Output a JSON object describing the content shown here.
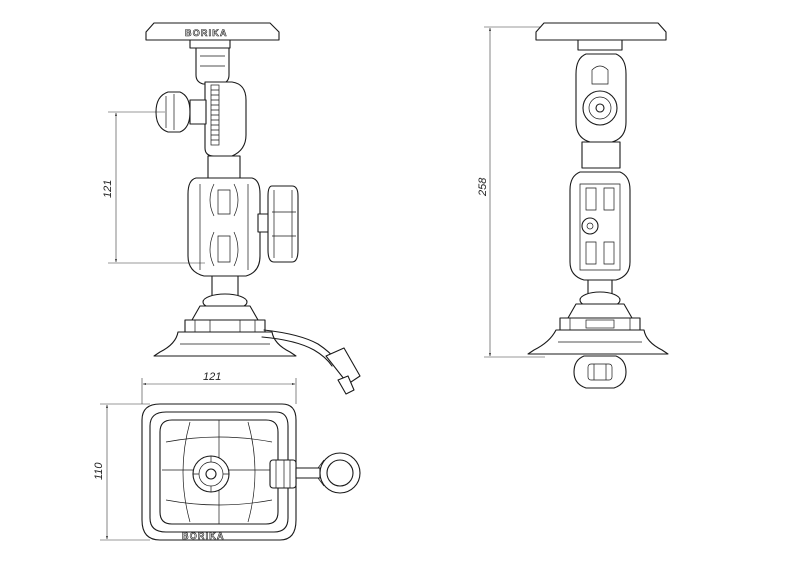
{
  "brand_label": "BORIKA",
  "dimensions": {
    "side_view_height": "121",
    "front_view_height": "258",
    "top_view_width": "121",
    "top_view_depth": "110"
  },
  "colors": {
    "line": "#1a1a1a",
    "background": "#ffffff"
  }
}
